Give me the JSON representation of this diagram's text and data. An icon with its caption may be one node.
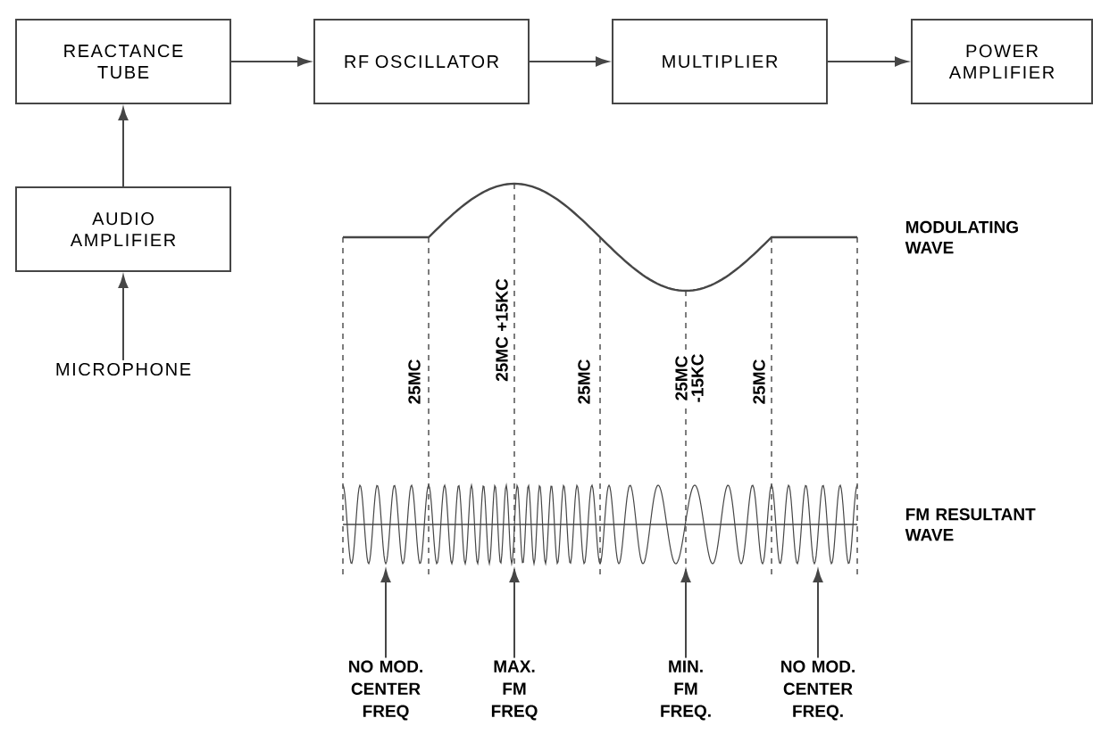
{
  "diagram": {
    "nodes": [
      {
        "text": [
          "REACTANCE TUBE"
        ]
      },
      {
        "text": [
          "RF OSCILLATOR"
        ]
      },
      {
        "text": [
          "MULTIPLIER"
        ]
      },
      {
        "text": [
          "POWER AMPLIFIER"
        ]
      },
      {
        "text": [
          "AUDIO AMPLIFIER"
        ]
      },
      {
        "text": [
          "MICROPHONE"
        ]
      },
      {
        "text": [
          "NO MOD. CENTER FREQ"
        ]
      },
      {
        "text": [
          "MAX. FM FREQ"
        ]
      },
      {
        "text": [
          "MIN. FM FREQ."
        ]
      },
      {
        "text": [
          "NO MOD. CENTER FREQ."
        ]
      },
      {
        "text": [],
        "shape": "picture"
      }
    ],
    "edges": [
      {
        "from": 0,
        "to": 1,
        "arrow": "to"
      },
      {
        "from": 1,
        "to": 2,
        "arrow": "to"
      },
      {
        "from": 2,
        "to": 3,
        "arrow": "to"
      },
      {
        "from": 4,
        "to": 0,
        "arrow": "to"
      },
      {
        "from": 5,
        "to": 4,
        "arrow": "to"
      },
      {
        "from": 6,
        "to": 10,
        "arrow": "to"
      },
      {
        "from": 7,
        "to": 10,
        "arrow": "to"
      },
      {
        "from": 8,
        "to": 10,
        "arrow": "to"
      },
      {
        "from": 9,
        "to": 10,
        "arrow": "to"
      }
    ],
    "labels": [
      "MODULATING WAVE",
      "25MC",
      "25MC +15KC",
      "25MC",
      "25MC -15KC",
      "25MC",
      "FM RESULTANT WAVE"
    ]
  }
}
